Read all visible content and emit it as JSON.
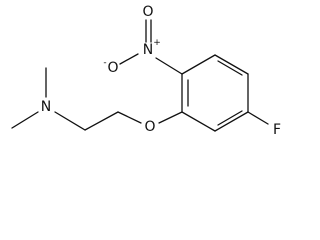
{
  "molecule": {
    "atoms": {
      "nitro_o_top": "O",
      "nitro_o_left": "O",
      "nitro_o_left_charge": "-",
      "nitro_n": "N",
      "nitro_n_charge": "+",
      "ether_o": "O",
      "fluorine": "F",
      "amine_n": "N"
    }
  }
}
